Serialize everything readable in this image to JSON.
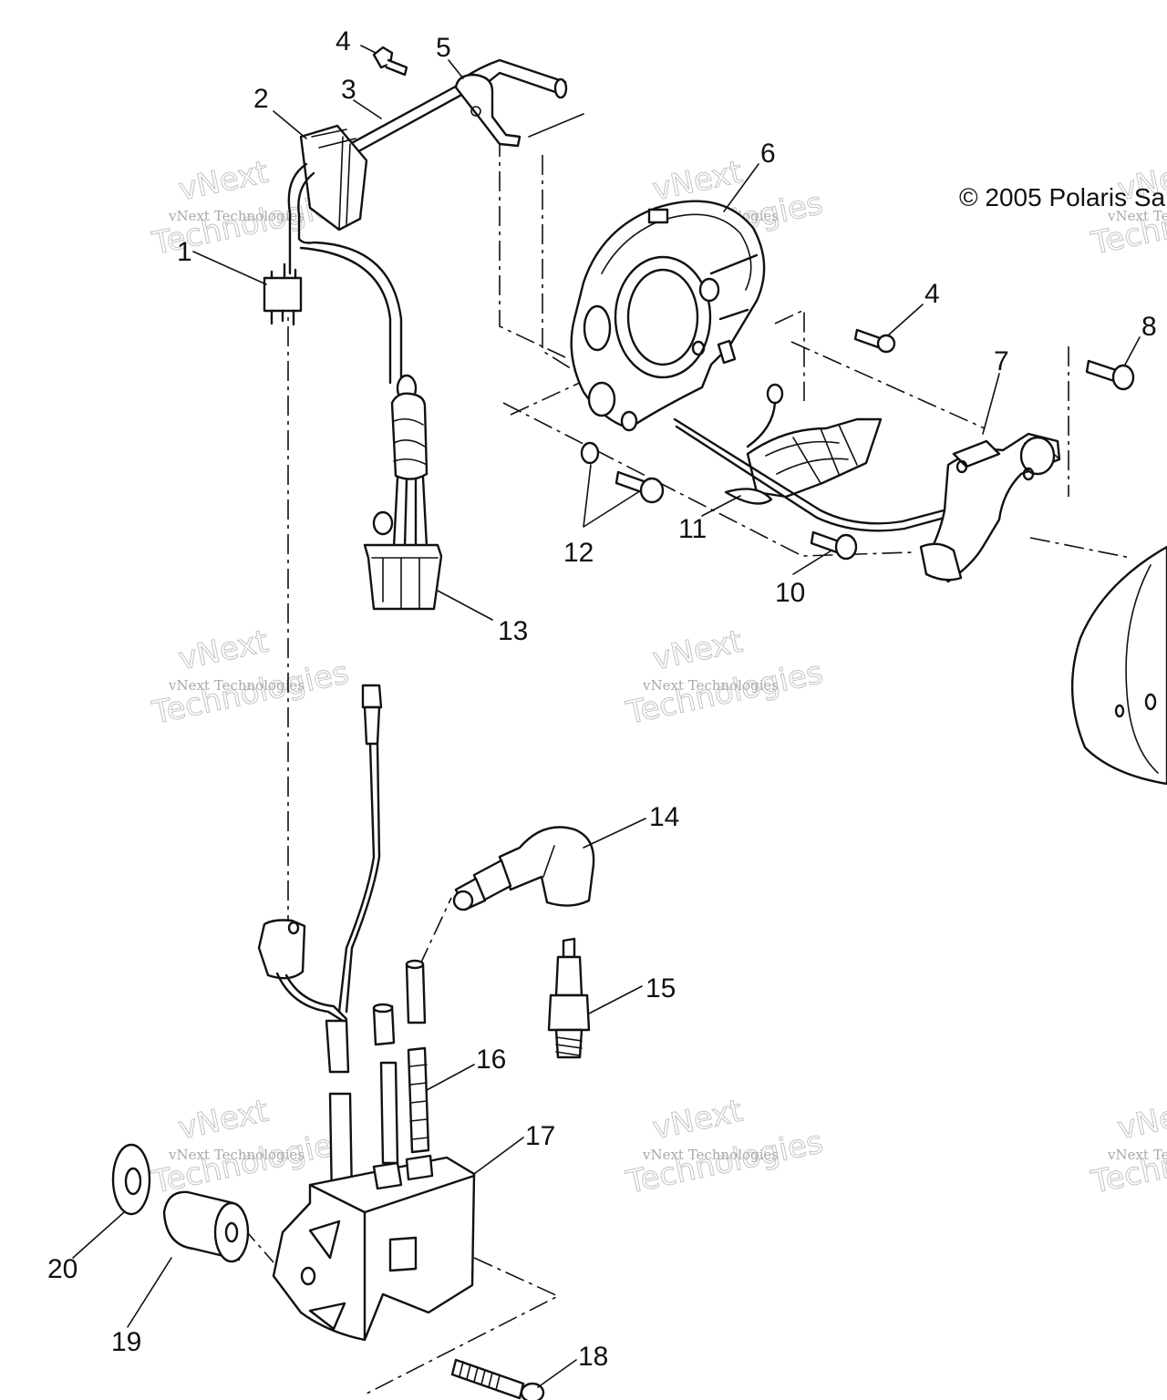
{
  "copyright": "© 2005 Polaris Sal",
  "watermark": {
    "line1": "vNext Technologies",
    "line2": "vNext",
    "line3": "Technologies"
  },
  "callouts": {
    "c1": "1",
    "c2": "2",
    "c3": "3",
    "c4a": "4",
    "c4b": "4",
    "c5": "5",
    "c6": "6",
    "c7": "7",
    "c8": "8",
    "c10": "10",
    "c11": "11",
    "c12": "12",
    "c13": "13",
    "c14": "14",
    "c15": "15",
    "c16": "16",
    "c17": "17",
    "c18": "18",
    "c19": "19",
    "c20": "20"
  }
}
